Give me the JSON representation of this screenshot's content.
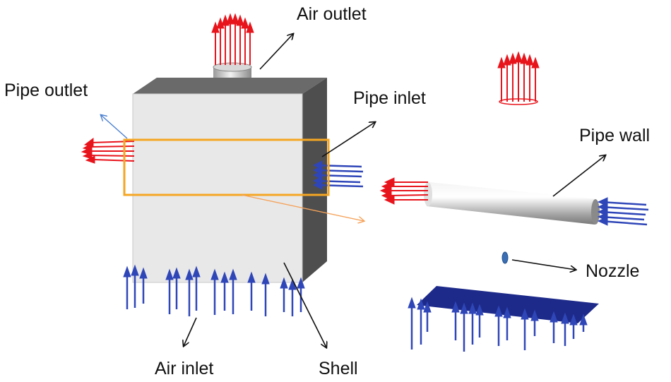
{
  "labels": {
    "air_outlet": "Air outlet",
    "pipe_outlet": "Pipe outlet",
    "pipe_inlet": "Pipe inlet",
    "pipe_wall": "Pipe wall",
    "nozzle": "Nozzle",
    "air_inlet": "Air inlet",
    "shell": "Shell"
  },
  "colors": {
    "hot_flow": "#e8141c",
    "cold_flow": "#2f46b8",
    "highlight_box": "#f5a623",
    "leader_line": "#111111",
    "shell_face": "#e6e6e6",
    "shell_side": "#555555",
    "plate": "#1d2a8a"
  },
  "icons": [
    "red-flow-arrows",
    "blue-flow-arrows",
    "nozzle-ellipse"
  ]
}
